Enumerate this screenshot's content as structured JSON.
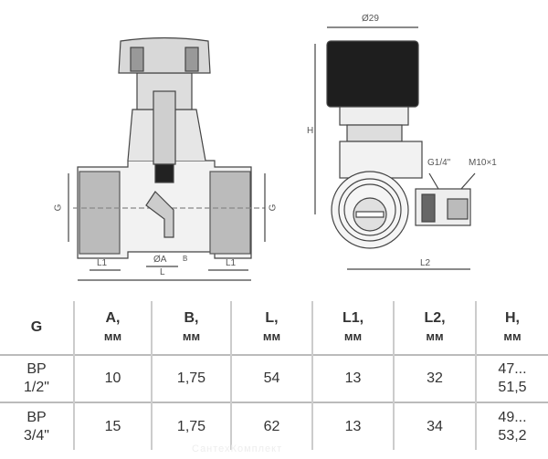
{
  "drawing_labels": {
    "diameter_29": "Ø29",
    "h": "H",
    "g_left": "G",
    "g_right": "G",
    "l1_left": "L1",
    "diameter_a": "ØA",
    "b": "B",
    "l": "L",
    "l1_right": "L1",
    "g1_4": "G1/4\"",
    "m10x1": "M10×1",
    "l2": "L2"
  },
  "table": {
    "headers": [
      {
        "name": "G",
        "unit": ""
      },
      {
        "name": "A,",
        "unit": "мм"
      },
      {
        "name": "B,",
        "unit": "мм"
      },
      {
        "name": "L,",
        "unit": "мм"
      },
      {
        "name": "L1,",
        "unit": "мм"
      },
      {
        "name": "L2,",
        "unit": "мм"
      },
      {
        "name": "H,",
        "unit": "мм"
      }
    ],
    "rows": [
      {
        "g1": "ВР",
        "g2": "1/2\"",
        "a": "10",
        "b": "1,75",
        "l": "54",
        "l1": "13",
        "l2": "32",
        "h1": "47...",
        "h2": "51,5"
      },
      {
        "g1": "ВР",
        "g2": "3/4\"",
        "a": "15",
        "b": "1,75",
        "l": "62",
        "l1": "13",
        "l2": "34",
        "h1": "49...",
        "h2": "53,2"
      }
    ]
  },
  "watermark": "СантехКомплект"
}
